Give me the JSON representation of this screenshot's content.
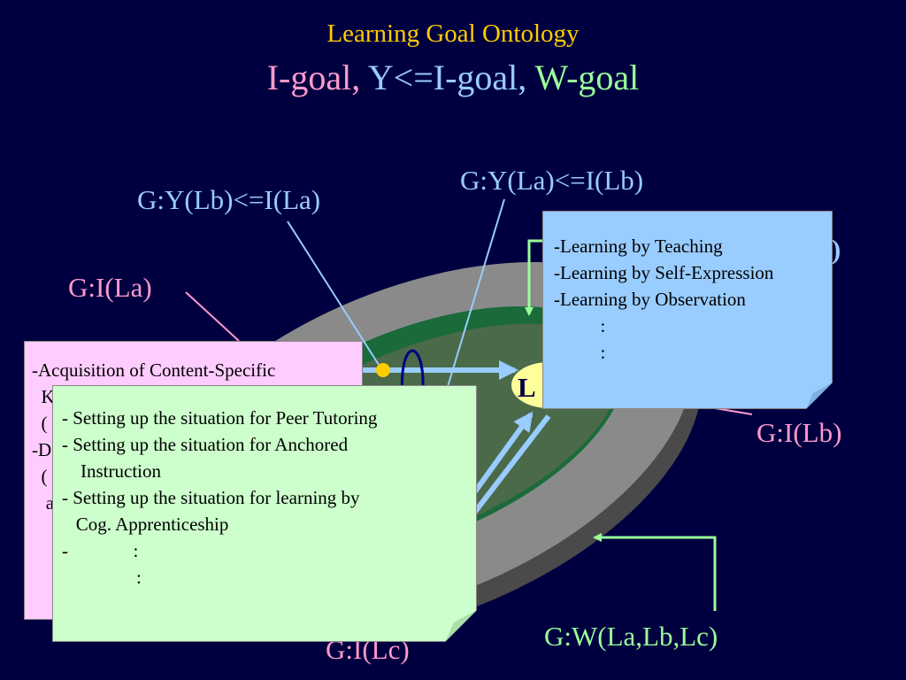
{
  "title": {
    "line1": "Learning Goal Ontology",
    "line2": [
      {
        "text": "I-goal,",
        "color": "#ff99cc"
      },
      {
        "text": " Y<=I-goal,",
        "color": "#99ccff"
      },
      {
        "text": " W-goal",
        "color": "#99ff99"
      }
    ]
  },
  "labels": {
    "g_y_lb_ia": "G:Y(Lb)<=I(La)",
    "g_y_la_ib": "G:Y(La)<=I(Lb)",
    "g_i_la": "G:I(La)",
    "g_i_lb": "G:I(Lb)",
    "g_i_lc": "G:I(Lc)",
    "g_w": "G:W(La,Lb,Lc)",
    "hidden_right_paren": ")",
    "learner_partial": "L"
  },
  "notes": {
    "blue": [
      "-Learning by Teaching",
      "-Learning by Self-Expression",
      "-Learning by Observation",
      "          :",
      "          :"
    ],
    "pink": [
      "-Acquisition of Content-Specific",
      "  K",
      "  (",
      "-D",
      "  (",
      "   a"
    ],
    "green": [
      "- Setting up the situation for Peer Tutoring",
      "- Setting up the situation for Anchored",
      "    Instruction",
      "- Setting up the situation for learning by",
      "   Cog. Apprenticeship",
      "-              :",
      "                :"
    ]
  },
  "colors": {
    "background": "#000040",
    "title1": "#ffcc00",
    "i_goal": "#ff99cc",
    "y_goal": "#99ccff",
    "w_goal": "#99ff99",
    "learner": "#ffff99",
    "blue_note": "#99ccff",
    "pink_note": "#ffccff",
    "green_note": "#ccffcc"
  }
}
